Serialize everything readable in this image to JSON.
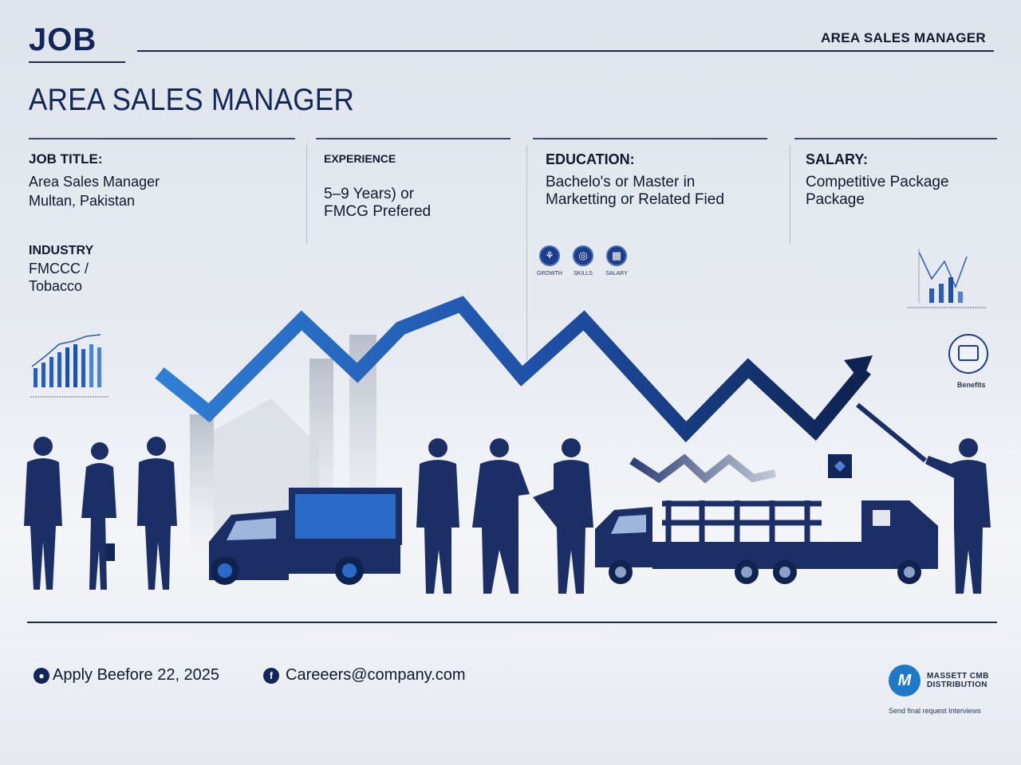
{
  "header": {
    "job_word": "JOB",
    "right_title": "AREA SALES MANAGER",
    "page_title": "AREA SALES MANAGER"
  },
  "details": {
    "job_title": {
      "label": "JOB TITLE:",
      "line1": "Area Sales Manager",
      "line2": "Multan, Pakistan"
    },
    "experience": {
      "label": "EXPERIENCE",
      "line1": "5–9 Years) or",
      "line2": "FMCG Prefered"
    },
    "education": {
      "label": "EDUCATION:",
      "line1": "Bachelo's or Master in",
      "line2": "Marketting or Related Fied"
    },
    "salary": {
      "label": "SALARY:",
      "line1": "Competitive Package",
      "line2": "Package"
    },
    "industry": {
      "label": "INDUSTRY",
      "line1": "FMCCC /",
      "line2": "Tobacco"
    }
  },
  "icons": [
    {
      "name": "tree-icon",
      "caption": "GROWTH"
    },
    {
      "name": "globe-icon",
      "caption": "SKILLS"
    },
    {
      "name": "id-card-icon",
      "caption": "SALARY"
    }
  ],
  "side_caption": "Benefits",
  "footer": {
    "apply": "Apply Beefore 22, 2025",
    "email": "Careeers@company.com",
    "logo_letter": "M",
    "logo_line1": "MASSETT CMB",
    "logo_line2": "DISTRIBUTION",
    "tagline": "Send final request Interviews"
  },
  "colors": {
    "navy": "#13265a",
    "blue": "#2a6ac8",
    "silhouette": "#1b2f66",
    "background": "#e3e8ef"
  }
}
